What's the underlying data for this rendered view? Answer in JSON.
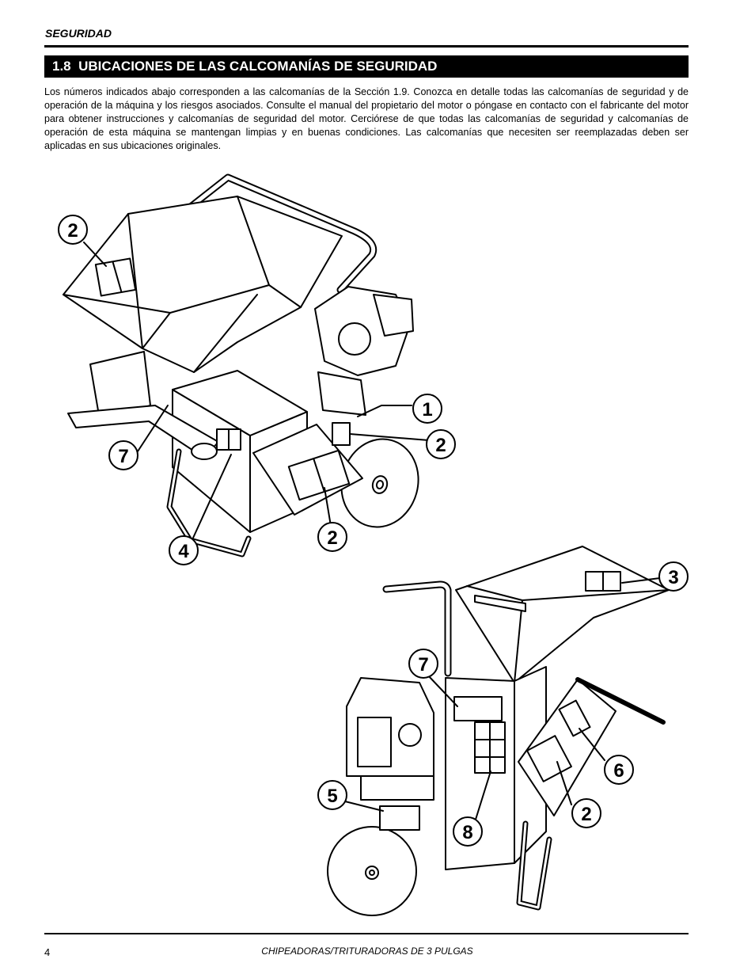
{
  "header": {
    "section_label": "SEGURIDAD"
  },
  "heading": {
    "number": "1.8",
    "title": "UBICACIONES DE LAS CALCOMANÍAS DE SEGURIDAD"
  },
  "intro_text": "Los números indicados abajo corresponden a las calcomanías de la Sección 1.9. Conozca en detalle todas las calcomanías de seguridad y de operación de la máquina y los riesgos asociados. Consulte el manual del propietario del motor o póngase en contacto con el fabricante del motor para obtener instrucciones y calcomanías de seguridad del motor.  Cerciórese de que todas las calcomanías de seguridad y calcomanías de operación de esta máquina se mantengan limpias y en buenas condiciones. Las calcomanías que necesiten ser reemplazadas deben ser aplicadas en sus ubicaciones originales.",
  "callouts": {
    "top": [
      "2",
      "1",
      "2",
      "7",
      "4",
      "2"
    ],
    "bottom": [
      "3",
      "7",
      "5",
      "6",
      "2",
      "8"
    ]
  },
  "footer": {
    "page_number": "4",
    "title": "CHIPEADORAS/TRITURADORAS DE 3 PULGAS"
  }
}
